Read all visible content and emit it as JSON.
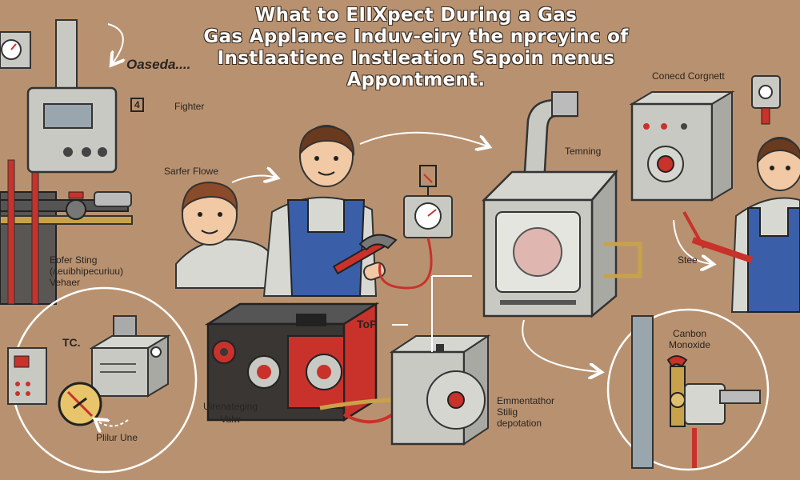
{
  "title": {
    "line1": "What to EIIXpect  During a Gas",
    "line2": "Gas Applance Induv-eiry the nрrcyinc of",
    "line3": "Instlaatiene Instleation Sapoin nenus",
    "line4": "Appontment."
  },
  "labels": {
    "scribble": "Oasedа....",
    "fighter_badge": "4",
    "fighter": "Fighter",
    "safer_flowe": "Sarfer Flowe",
    "eofer_sting_1": "Eofer Sting",
    "eofer_sting_2": "(ʌeuibhipecuriuu)",
    "eofer_sting_3": "Vehaer",
    "tc": "TC.",
    "plur_une": "Plilur Une",
    "uirenateging": "Uirenateging",
    "valw": "Valw",
    "top": "ToP",
    "connected": "Conecd Corgnett",
    "temning": "Temning",
    "stee": "Stee",
    "carbon": "Canbon",
    "monoxide": "Monoxide",
    "emmentathor": "Emmentathor",
    "stilig": "Stilig",
    "depotation": "depotation"
  },
  "colors": {
    "background": "#b89270",
    "title_text": "#ffffff",
    "accent_red": "#c8322b",
    "appliance_gray": "#c9c9c4",
    "shirt_blue": "#3a5ea8",
    "pipe_brass": "#c8a24a"
  },
  "icons": [
    "gauge-icon",
    "arrow-icon",
    "warning-sign-icon",
    "gear-icon",
    "valve-icon",
    "wrench-icon",
    "plug-icon"
  ]
}
